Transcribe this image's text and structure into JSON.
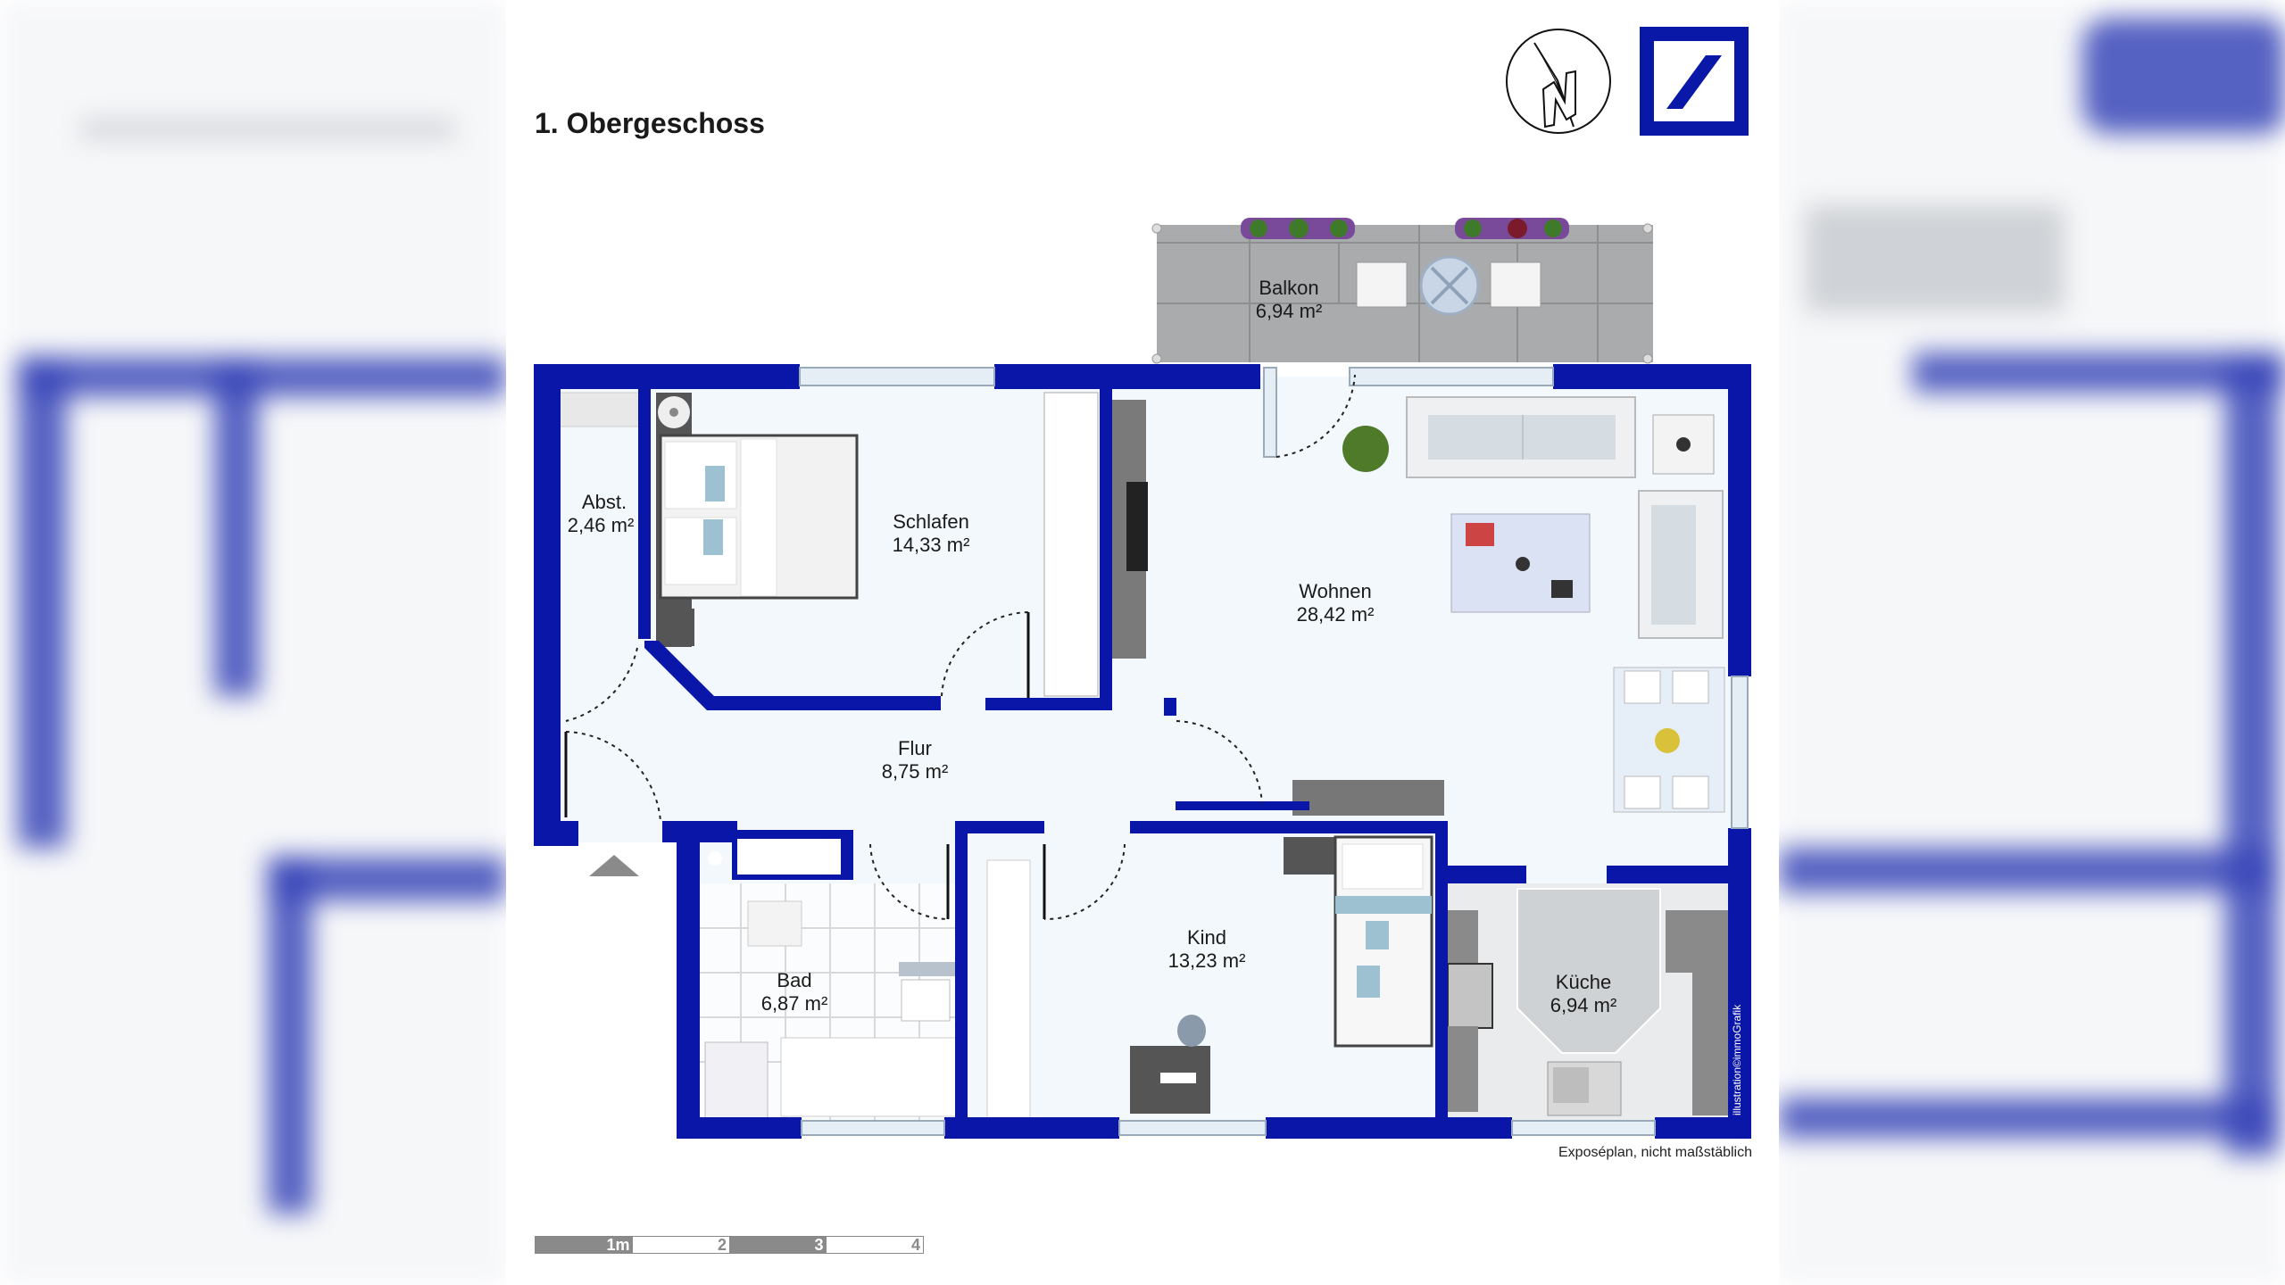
{
  "header": {
    "title": "1. Obergeschoss",
    "compass_label": "N",
    "logo": "deutsche-bank-logo"
  },
  "colors": {
    "wall": "#0a16a8",
    "floor": "#f3f8fc",
    "balcony": "#a6a8aa",
    "logo_blue": "#0a18a8"
  },
  "rooms": {
    "balkon": {
      "name": "Balkon",
      "area": "6,94 m²"
    },
    "abst": {
      "name": "Abst.",
      "area": "2,46 m²"
    },
    "schlafen": {
      "name": "Schlafen",
      "area": "14,33 m²"
    },
    "wohnen": {
      "name": "Wohnen",
      "area": "28,42 m²"
    },
    "flur": {
      "name": "Flur",
      "area": "8,75 m²"
    },
    "bad": {
      "name": "Bad",
      "area": "6,87 m²"
    },
    "kind": {
      "name": "Kind",
      "area": "13,23 m²"
    },
    "kueche": {
      "name": "Küche",
      "area": "6,94 m²"
    }
  },
  "footer": {
    "note": "Exposéplan, nicht maßstäblich",
    "credit": "illustration©immoGrafik",
    "scale": [
      "1m",
      "2",
      "3",
      "4"
    ]
  }
}
